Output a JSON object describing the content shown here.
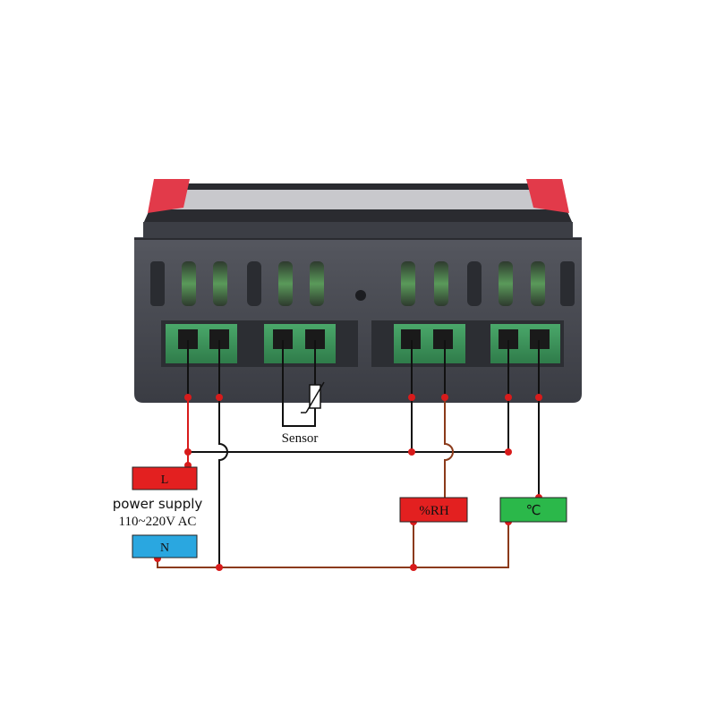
{
  "diagram": {
    "sensor_label": "Sensor",
    "power_supply_label": "power supply",
    "voltage_label": "110~220V AC",
    "terminal_L": "L",
    "terminal_N": "N",
    "terminal_rh": "%RH",
    "terminal_temp": "℃"
  },
  "colors": {
    "live_wire": "#d81b1b",
    "neutral_wire": "#8b3a1a",
    "black_wire": "#111111",
    "L_box": "#e32020",
    "N_box": "#2aa7e0",
    "rh_box": "#e32020",
    "temp_box": "#2bb84a",
    "housing": "#4a4c54",
    "terminal_block": "#3f9a5f",
    "red_clip": "#e23a4a"
  }
}
